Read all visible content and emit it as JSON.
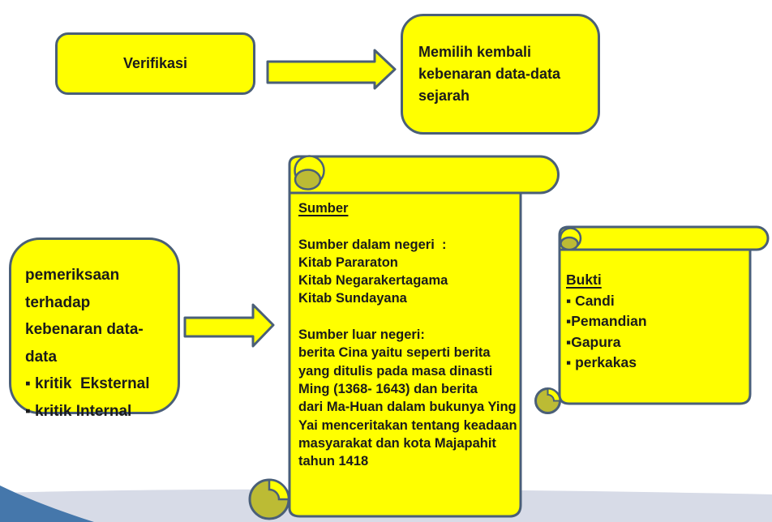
{
  "theme": {
    "shape_fill": "#FFFF00",
    "shape_border": "#4A5F78",
    "curl_fill": "#BCBB34",
    "band_color": "#D7DBE7",
    "wedge_color": "#4577AB",
    "text_color": "#1B1B1B",
    "background": "#FFFFFF"
  },
  "verifikasi_box": {
    "label": "Verifikasi"
  },
  "memilih_box": {
    "lines": [
      "Memilih kembali",
      "kebenaran data-data",
      "sejarah"
    ]
  },
  "pemeriksaan_box": {
    "lines": [
      "pemeriksaan",
      "terhadap",
      "kebenaran data-",
      "data",
      "▪ kritik  Eksternal",
      "▪ kritik Internal"
    ]
  },
  "sumber_scroll": {
    "heading": "Sumber",
    "lines": [
      "",
      "Sumber dalam negeri  :",
      "Kitab Pararaton",
      "Kitab Negarakertagama",
      "Kitab Sundayana",
      "",
      "Sumber luar negeri:",
      "berita Cina yaitu seperti berita",
      "yang ditulis pada masa dinasti",
      "Ming (1368- 1643) dan berita",
      "dari Ma-Huan dalam bukunya Ying",
      "Yai menceritakan tentang keadaan",
      "masyarakat dan kota Majapahit",
      "tahun 1418"
    ]
  },
  "bukti_scroll": {
    "heading": "Bukti",
    "items": [
      "▪ Candi",
      "▪Pemandian",
      "▪Gapura",
      "▪ perkakas"
    ]
  }
}
